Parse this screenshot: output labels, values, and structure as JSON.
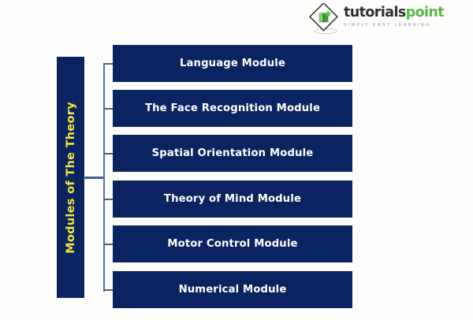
{
  "logo": {
    "mark_icon": "tutorialspoint-diamond-book-logo",
    "word_primary": "tutorials",
    "word_accent": "point",
    "tagline": "SIMPLY EASY LEARNING",
    "accent_color": "#57b947",
    "primary_color": "#2e2e2e",
    "tagline_color": "#8d8d8d"
  },
  "diagram": {
    "title": "Modules of The Theory",
    "title_color": "#f5e53c",
    "box_color": "#0a2461",
    "box_text_color": "#ffffff",
    "connector_color": "#5a7197",
    "background_color": "#fdfdfc",
    "modules": [
      {
        "label": "Language Module"
      },
      {
        "label": "The Face Recognition Module"
      },
      {
        "label": "Spatial Orientation Module"
      },
      {
        "label": "Theory of Mind Module"
      },
      {
        "label": "Motor Control Module"
      },
      {
        "label": "Numerical Module"
      }
    ]
  }
}
